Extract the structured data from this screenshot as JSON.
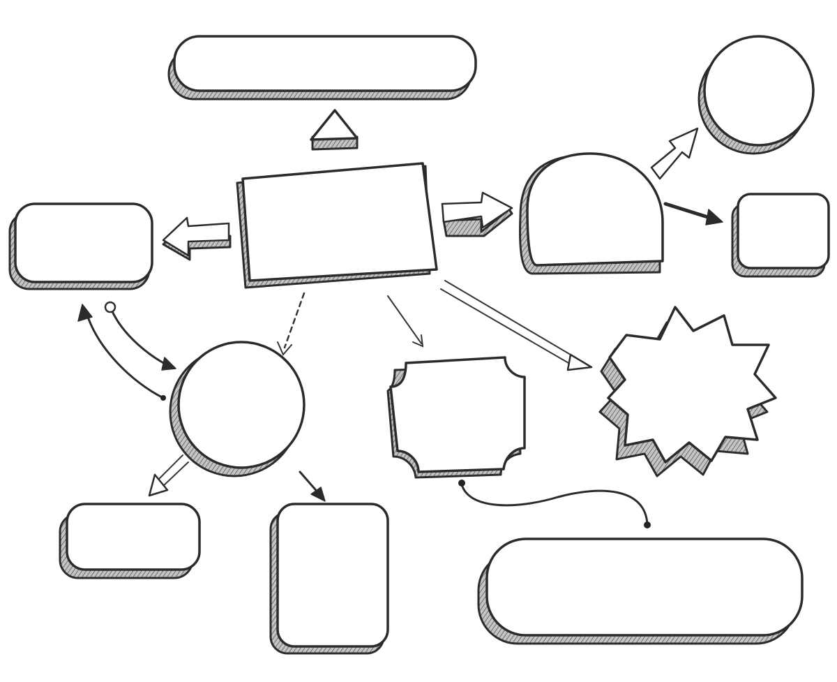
{
  "diagram": {
    "kind": "blank mind map template",
    "style": "hand-drawn black outline shapes with hatched 3D edges",
    "colors": {
      "ink": "#2b2b2b",
      "fill": "#ffffff",
      "shade": "#9a9a9a"
    },
    "nodes": [
      {
        "id": "central-rectangle",
        "shape": "rectangle",
        "text": ""
      },
      {
        "id": "top-pill",
        "shape": "pill",
        "text": ""
      },
      {
        "id": "top-small-triangle",
        "shape": "triangle",
        "text": ""
      },
      {
        "id": "left-rounded-rectangle",
        "shape": "rounded-rectangle",
        "text": ""
      },
      {
        "id": "right-dome",
        "shape": "dome",
        "text": ""
      },
      {
        "id": "top-right-circle",
        "shape": "circle",
        "text": ""
      },
      {
        "id": "right-rounded-square",
        "shape": "rounded-square",
        "text": ""
      },
      {
        "id": "lower-left-circle",
        "shape": "circle",
        "text": ""
      },
      {
        "id": "center-notched-frame",
        "shape": "notched-frame",
        "text": ""
      },
      {
        "id": "right-starburst",
        "shape": "starburst",
        "text": ""
      },
      {
        "id": "bottom-left-small-rectangle",
        "shape": "rounded-rectangle",
        "text": ""
      },
      {
        "id": "bottom-middle-tall-rectangle",
        "shape": "rounded-rectangle",
        "text": ""
      },
      {
        "id": "bottom-right-pill",
        "shape": "pill",
        "text": ""
      }
    ],
    "connectors": [
      {
        "from": "central-rectangle",
        "to": "left-rounded-rectangle",
        "style": "block-arrow"
      },
      {
        "from": "central-rectangle",
        "to": "right-dome",
        "style": "block-arrow"
      },
      {
        "from": "right-dome",
        "to": "top-right-circle",
        "style": "outlined-arrow"
      },
      {
        "from": "right-dome",
        "to": "right-rounded-square",
        "style": "bold-arrow"
      },
      {
        "from": "central-rectangle",
        "to": "lower-left-circle",
        "style": "dashed-arrow"
      },
      {
        "from": "central-rectangle",
        "to": "center-notched-frame",
        "style": "thin-arrow"
      },
      {
        "from": "central-rectangle",
        "to": "right-starburst",
        "style": "double-line-arrow"
      },
      {
        "from": "lower-left-circle",
        "to": "left-rounded-rectangle",
        "style": "curved-arrow"
      },
      {
        "from": "left-rounded-rectangle",
        "to": "lower-left-circle",
        "style": "curved-arrow"
      },
      {
        "from": "lower-left-circle",
        "to": "bottom-left-small-rectangle",
        "style": "outlined-arrow"
      },
      {
        "from": "lower-left-circle",
        "to": "bottom-middle-tall-rectangle",
        "style": "thin-arrow"
      },
      {
        "from": "center-notched-frame",
        "to": "bottom-right-pill",
        "style": "curved-line"
      }
    ]
  }
}
